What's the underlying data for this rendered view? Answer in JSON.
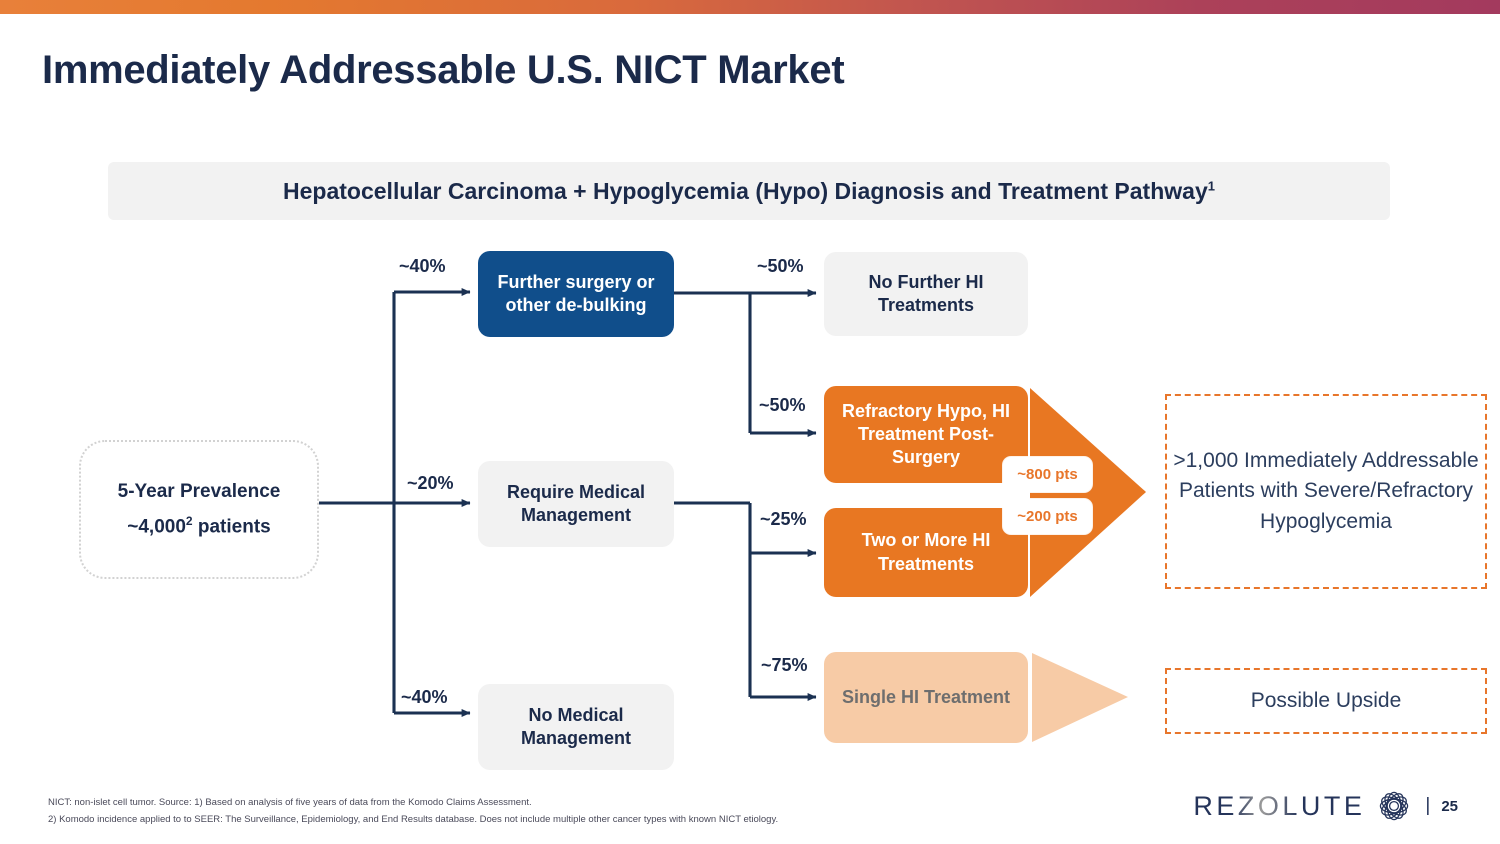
{
  "brand": {
    "logo_text": "REZOLUTE",
    "logo_separator": "|",
    "page_number": "25",
    "accent_orange": "#E87722",
    "accent_blue": "#104E8B",
    "accent_navy": "#1B2A4A",
    "accent_peach": "#F7CBA6",
    "gradient_from": "#E8803A",
    "gradient_to": "#A33A5E"
  },
  "header": {
    "title": "Immediately Addressable U.S. NICT Market"
  },
  "banner": {
    "text": "Hepatocellular Carcinoma + Hypoglycemia (Hypo) Diagnosis and Treatment Pathway",
    "superscript": "1"
  },
  "diagram": {
    "prevalence": {
      "line1": "5-Year Prevalence",
      "line2_prefix": "~4,000",
      "line2_sup": "2",
      "line2_suffix": " patients"
    },
    "nodes": {
      "further_surgery": "Further surgery or other de-bulking",
      "require_medical": "Require Medical Management",
      "no_medical": "No Medical Management",
      "no_further_hi": "No Further HI Treatments",
      "refractory_hypo": "Refractory Hypo, HI Treatment Post-Surgery",
      "two_or_more_hi": "Two or More HI Treatments",
      "single_hi": "Single HI Treatment"
    },
    "percentages": {
      "to_further_surgery": "~40%",
      "to_require_medical": "~20%",
      "to_no_medical": "~40%",
      "to_no_further_hi": "~50%",
      "to_refractory_hypo": "~50%",
      "to_two_or_more_hi": "~25%",
      "to_single_hi": "~75%"
    },
    "pills": {
      "refractory_pts": "~800 pts",
      "two_or_more_pts": "~200 pts"
    },
    "callouts": {
      "main": ">1,000 Immediately Addressable Patients with Severe/Refractory Hypoglycemia",
      "upside": "Possible Upside"
    }
  },
  "footnotes": {
    "line1": "NICT: non-islet cell tumor. Source: 1) Based on analysis of five years of data from the Komodo Claims Assessment.",
    "line2": "2) Komodo incidence applied to to SEER: The Surveillance, Epidemiology, and End Results database. Does not include multiple other cancer types with known NICT etiology."
  }
}
